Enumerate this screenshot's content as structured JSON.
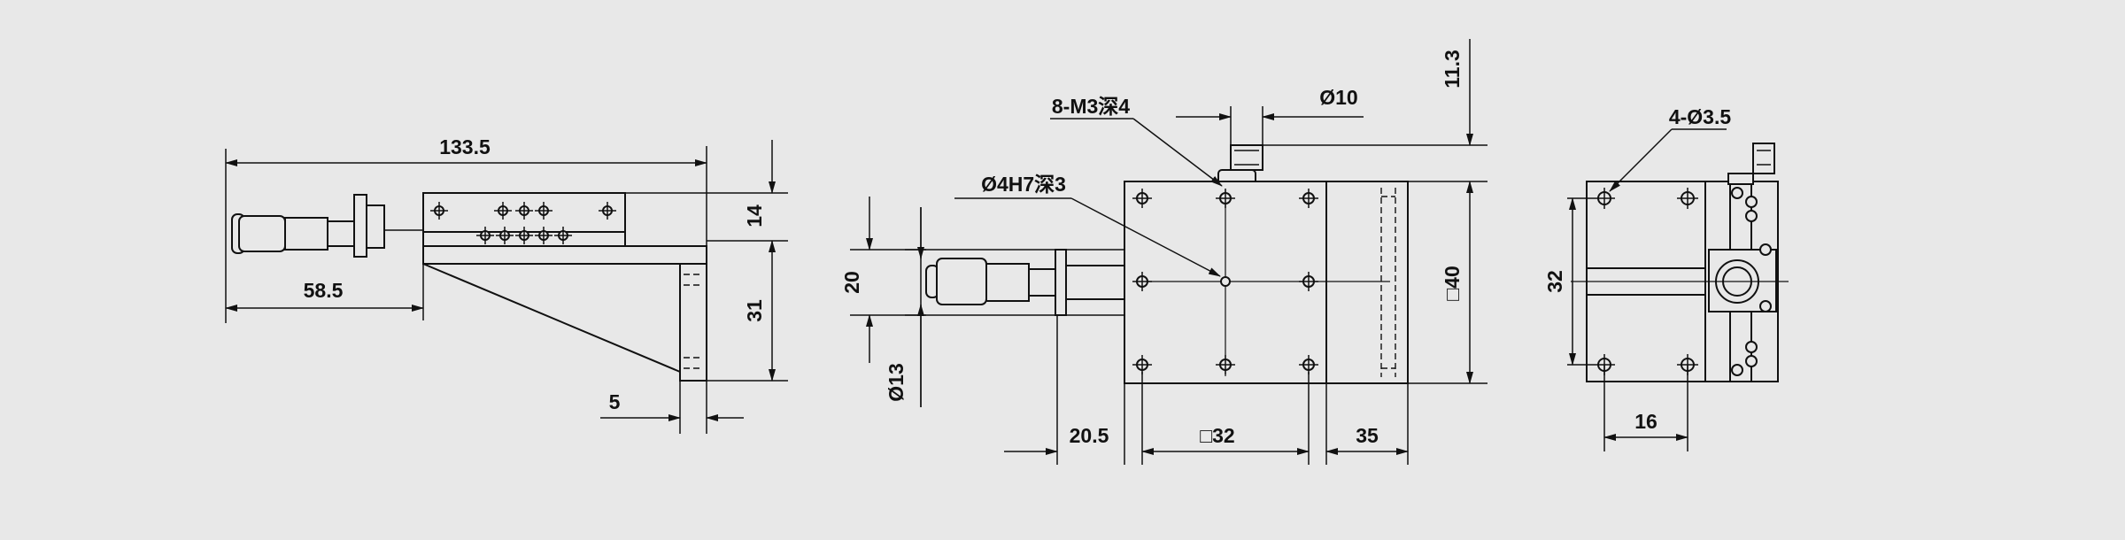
{
  "dimensions": {
    "overall_length": "133.5",
    "micrometer_length": "58.5",
    "top_thickness": "14",
    "bracket_height": "31",
    "bracket_thickness": "5",
    "thread_callout": "8-M3深4",
    "knob_diameter": "Ø10",
    "knob_height": "11.3",
    "pin_callout": "Ø4H7深3",
    "spindle_offset": "20",
    "thimble_diameter": "Ø13",
    "micrometer_offset": "20.5",
    "table_size": "□32",
    "body_width": "35",
    "body_height": "□40",
    "mount_callout": "4-Ø3.5",
    "hole_pitch_v": "32",
    "hole_offset_h": "16"
  },
  "colors": {
    "background": "#e8e8e8",
    "line": "#111111"
  }
}
